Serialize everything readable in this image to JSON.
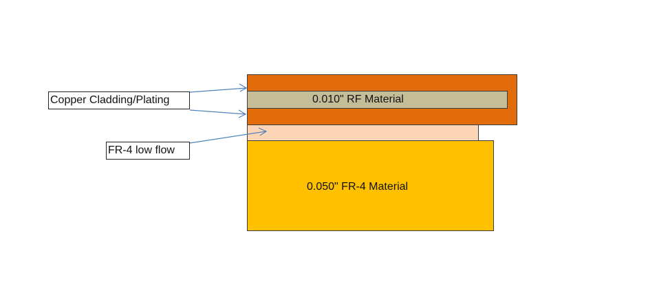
{
  "diagram": {
    "layers": {
      "copper": {
        "label": "",
        "color": "#E36C0A"
      },
      "rf": {
        "label": "0.010\" RF Material",
        "color": "#C4BD97"
      },
      "lowflow": {
        "label": "",
        "color": "#FBD5B5"
      },
      "fr4": {
        "label": "0.050\" FR-4 Material",
        "color": "#FFC000"
      }
    },
    "callouts": {
      "copper": {
        "label": "Copper Cladding/Plating"
      },
      "lowflow": {
        "label": "FR-4 low flow"
      }
    },
    "arrow_color": "#4F81BD"
  }
}
